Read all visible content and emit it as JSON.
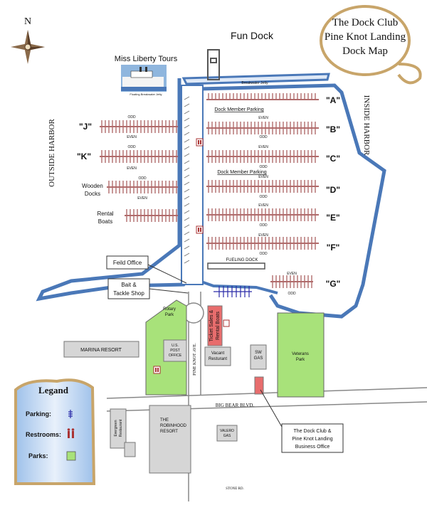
{
  "title": {
    "line1": "The Dock Club",
    "line2": "Pine Knot Landing",
    "line3": "Dock Map"
  },
  "compass": {
    "north": "N"
  },
  "fun_dock": "Fun Dock",
  "miss_liberty": "Miss Liberty Tours",
  "floating_jetty": "Floating Breakwater Jetty",
  "breakwater_jetty": "Breakwater Jetty",
  "outside_harbor": "OUTSIDE HARBOR",
  "inside_harbor": "INSIDE HARBOR",
  "member_parking": [
    "Dock Member Parking",
    "Dock Member Parking"
  ],
  "docks_right": [
    "\"A\"",
    "\"B\"",
    "\"C\"",
    "\"D\"",
    "\"E\"",
    "\"F\"",
    "\"G\""
  ],
  "docks_left": {
    "j": "\"J\"",
    "k": "\"K\"",
    "wooden": [
      "Wooden",
      "Docks"
    ],
    "rental": [
      "Rental",
      "Boats"
    ]
  },
  "odd": "ODD",
  "even": "EVEN",
  "fueling_dock": "FUELING DOCK",
  "feild_office": "Feild Office",
  "bait_tackle": [
    "Bait &",
    "Tackle Shop"
  ],
  "rotary_park": [
    "Rotary",
    "Park"
  ],
  "ticket_sales": [
    "Ticket Sales &",
    "Rental Boats"
  ],
  "post_office": [
    "U.S.",
    "POST",
    "OFFICE"
  ],
  "marina_resort": "MARINA RESORT",
  "vacant": [
    "Vacant",
    "Resturant"
  ],
  "sw_gas": [
    "SW",
    "GAS"
  ],
  "veterans_park": [
    "Veterans",
    "Park"
  ],
  "pine_knot_ave": "PINE KNOT AVE.",
  "big_bear_blvd": "BIG BEAR BLVD.",
  "evergreen": [
    "Evergreen",
    "Restaurant"
  ],
  "robinhood": [
    "THE",
    "ROBINHOOD",
    "RESORT"
  ],
  "valero": [
    "VALERO",
    "GAS"
  ],
  "stone_rd": "STONE RD.",
  "business_office": [
    "The Dock Club &",
    "Pine Knot Landing",
    "Business Office"
  ],
  "legend": {
    "title": "Legand",
    "parking": "Parking:",
    "restrooms": "Restrooms:",
    "parks": "Parks:"
  },
  "colors": {
    "water": "#cfe0f4",
    "water_edge": "#4a78b8",
    "dock": "#b06b6b",
    "park": "#a8e27a",
    "office": "#e86d6d",
    "building": "#d6d6d6",
    "parking_blue": "#2a2aa8"
  }
}
